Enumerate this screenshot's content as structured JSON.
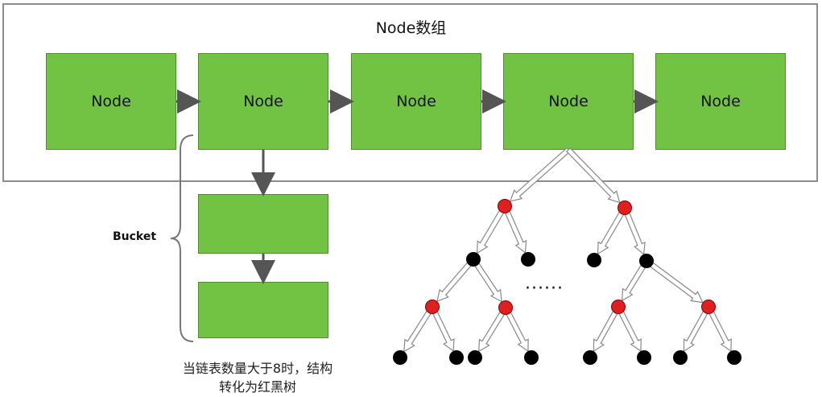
{
  "title": "Node数组",
  "array_nodes": [
    {
      "label": "Node"
    },
    {
      "label": "Node"
    },
    {
      "label": "Node"
    },
    {
      "label": "Node"
    },
    {
      "label": "Node"
    }
  ],
  "bucket_label": "Bucket",
  "bucket_nodes": [
    {
      "label": ""
    },
    {
      "label": ""
    }
  ],
  "ellipsis": "······",
  "note_line1": "当链表数量大于8时，结构",
  "note_line2": "转化为红黑树",
  "colors": {
    "node_fill": "#72c244",
    "node_border": "#4f8f2a",
    "red_node": "#e02020",
    "black_node": "#000000",
    "arrow": "#555555",
    "tree_arrow_fill": "#ffffff",
    "tree_arrow_stroke": "#888888"
  }
}
